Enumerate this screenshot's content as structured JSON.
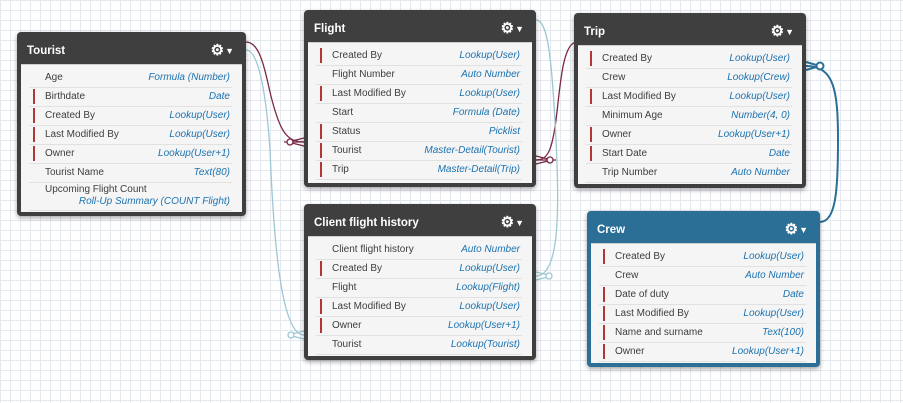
{
  "colors": {
    "header_dark": "#3f3f3f",
    "header_blue": "#2b6f96",
    "field_type": "#1b72b0",
    "link_master": "#7a2844",
    "link_lookup": "#9ec7d4",
    "link_crew": "#2b6f96",
    "required_marker": "#b33636"
  },
  "gear_icon": "gear-icon",
  "objects": {
    "tourist": {
      "title": "Tourist",
      "fields": [
        {
          "name": "Age",
          "type": "Formula (Number)",
          "marked": false
        },
        {
          "name": "Birthdate",
          "type": "Date",
          "marked": true
        },
        {
          "name": "Created By",
          "type": "Lookup(User)",
          "marked": true
        },
        {
          "name": "Last Modified By",
          "type": "Lookup(User)",
          "marked": true
        },
        {
          "name": "Owner",
          "type": "Lookup(User+1)",
          "marked": true
        },
        {
          "name": "Tourist Name",
          "type": "Text(80)",
          "marked": false
        },
        {
          "name": "Upcoming Flight Count",
          "type": "Roll-Up Summary (COUNT Flight)",
          "marked": false
        }
      ]
    },
    "flight": {
      "title": "Flight",
      "fields": [
        {
          "name": "Created By",
          "type": "Lookup(User)",
          "marked": true
        },
        {
          "name": "Flight Number",
          "type": "Auto Number",
          "marked": false
        },
        {
          "name": "Last Modified By",
          "type": "Lookup(User)",
          "marked": true
        },
        {
          "name": "Start",
          "type": "Formula (Date)",
          "marked": false
        },
        {
          "name": "Status",
          "type": "Picklist",
          "marked": true
        },
        {
          "name": "Tourist",
          "type": "Master-Detail(Tourist)",
          "marked": true
        },
        {
          "name": "Trip",
          "type": "Master-Detail(Trip)",
          "marked": true
        }
      ]
    },
    "trip": {
      "title": "Trip",
      "fields": [
        {
          "name": "Created By",
          "type": "Lookup(User)",
          "marked": true
        },
        {
          "name": "Crew",
          "type": "Lookup(Crew)",
          "marked": false
        },
        {
          "name": "Last Modified By",
          "type": "Lookup(User)",
          "marked": true
        },
        {
          "name": "Minimum Age",
          "type": "Number(4, 0)",
          "marked": false
        },
        {
          "name": "Owner",
          "type": "Lookup(User+1)",
          "marked": true
        },
        {
          "name": "Start Date",
          "type": "Date",
          "marked": true
        },
        {
          "name": "Trip Number",
          "type": "Auto Number",
          "marked": false
        }
      ]
    },
    "cfh": {
      "title": "Client flight history",
      "fields": [
        {
          "name": "Client flight history",
          "type": "Auto Number",
          "marked": false
        },
        {
          "name": "Created By",
          "type": "Lookup(User)",
          "marked": true
        },
        {
          "name": "Flight",
          "type": "Lookup(Flight)",
          "marked": false
        },
        {
          "name": "Last Modified By",
          "type": "Lookup(User)",
          "marked": true
        },
        {
          "name": "Owner",
          "type": "Lookup(User+1)",
          "marked": true
        },
        {
          "name": "Tourist",
          "type": "Lookup(Tourist)",
          "marked": false
        }
      ]
    },
    "crew": {
      "title": "Crew",
      "fields": [
        {
          "name": "Created By",
          "type": "Lookup(User)",
          "marked": true
        },
        {
          "name": "Crew",
          "type": "Auto Number",
          "marked": false
        },
        {
          "name": "Date of duty",
          "type": "Date",
          "marked": true
        },
        {
          "name": "Last Modified By",
          "type": "Lookup(User)",
          "marked": true
        },
        {
          "name": "Name and surname",
          "type": "Text(100)",
          "marked": true
        },
        {
          "name": "Owner",
          "type": "Lookup(User+1)",
          "marked": true
        }
      ]
    }
  }
}
